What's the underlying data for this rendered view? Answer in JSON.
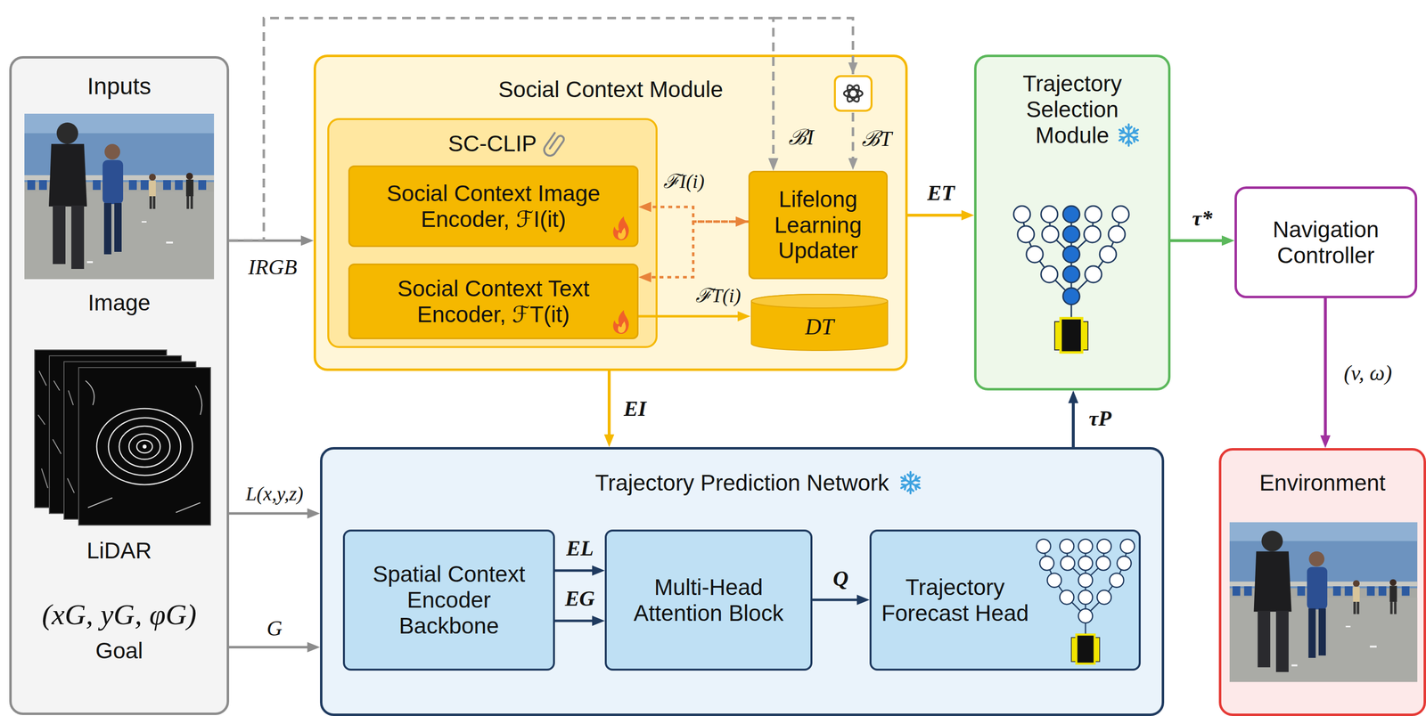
{
  "diagram": {
    "nodes": [
      {
        "text": [
          "Inputs",
          "Image",
          "LiDAR",
          "(xG, yG, φG)",
          "Goal"
        ]
      },
      {
        "text": [
          "Social Context Module"
        ]
      },
      {
        "text": [
          "SC-CLIP"
        ],
        "in": 1
      },
      {
        "text": [
          "Social Context Image Encoder, ℱI(it)"
        ],
        "in": 2
      },
      {
        "text": [
          "Social Context Text Encoder, ℱT(it)"
        ],
        "in": 2
      },
      {
        "text": [
          "Lifelong Learning Updater"
        ],
        "in": 1
      },
      {
        "text": [
          "DT"
        ],
        "in": 1
      },
      {
        "text": [
          "Trajectory Selection Module"
        ]
      },
      {
        "text": [
          "Navigation Controller"
        ]
      },
      {
        "text": [
          "Environment"
        ]
      },
      {
        "text": [
          "Trajectory Prediction Network"
        ]
      },
      {
        "text": [
          "Spatial Context Encoder Backbone"
        ],
        "in": 10
      },
      {
        "text": [
          "Multi-Head Attention Block"
        ],
        "in": 10
      },
      {
        "text": [
          "Trajectory Forecast Head"
        ],
        "in": 10
      }
    ],
    "edges": [
      {
        "from": 0,
        "to": 1,
        "label": "IRGB",
        "arrow": "to"
      },
      {
        "from": 0,
        "to": 10,
        "label": "L(x,y,z)",
        "arrow": "to"
      },
      {
        "from": 0,
        "to": 10,
        "label": "G",
        "arrow": "to"
      },
      {
        "from": 0,
        "to": 5,
        "label": "ℬI",
        "arrow": "to"
      },
      {
        "from": 5,
        "to": 3,
        "label": "ℱI(i)",
        "arrow": "both"
      },
      {
        "from": 5,
        "to": 4,
        "arrow": "to"
      },
      {
        "from": 4,
        "to": 6,
        "label": "ℱT(i)",
        "arrow": "to"
      },
      {
        "from": 1,
        "to": 7,
        "label": "ET",
        "arrow": "to"
      },
      {
        "from": 1,
        "to": 10,
        "label": "EI",
        "arrow": "to"
      },
      {
        "from": 10,
        "to": 7,
        "label": "τP",
        "arrow": "to"
      },
      {
        "from": 7,
        "to": 8,
        "label": "τ*",
        "arrow": "to"
      },
      {
        "from": 8,
        "to": 9,
        "label": "(v, ω)",
        "arrow": "to"
      },
      {
        "from": 11,
        "to": 12,
        "label": "EL",
        "arrow": "to"
      },
      {
        "from": 11,
        "to": 12,
        "label": "EG",
        "arrow": "to"
      },
      {
        "from": 12,
        "to": 13,
        "label": "Q",
        "arrow": "to"
      }
    ],
    "labels": [
      "ℬT"
    ]
  }
}
